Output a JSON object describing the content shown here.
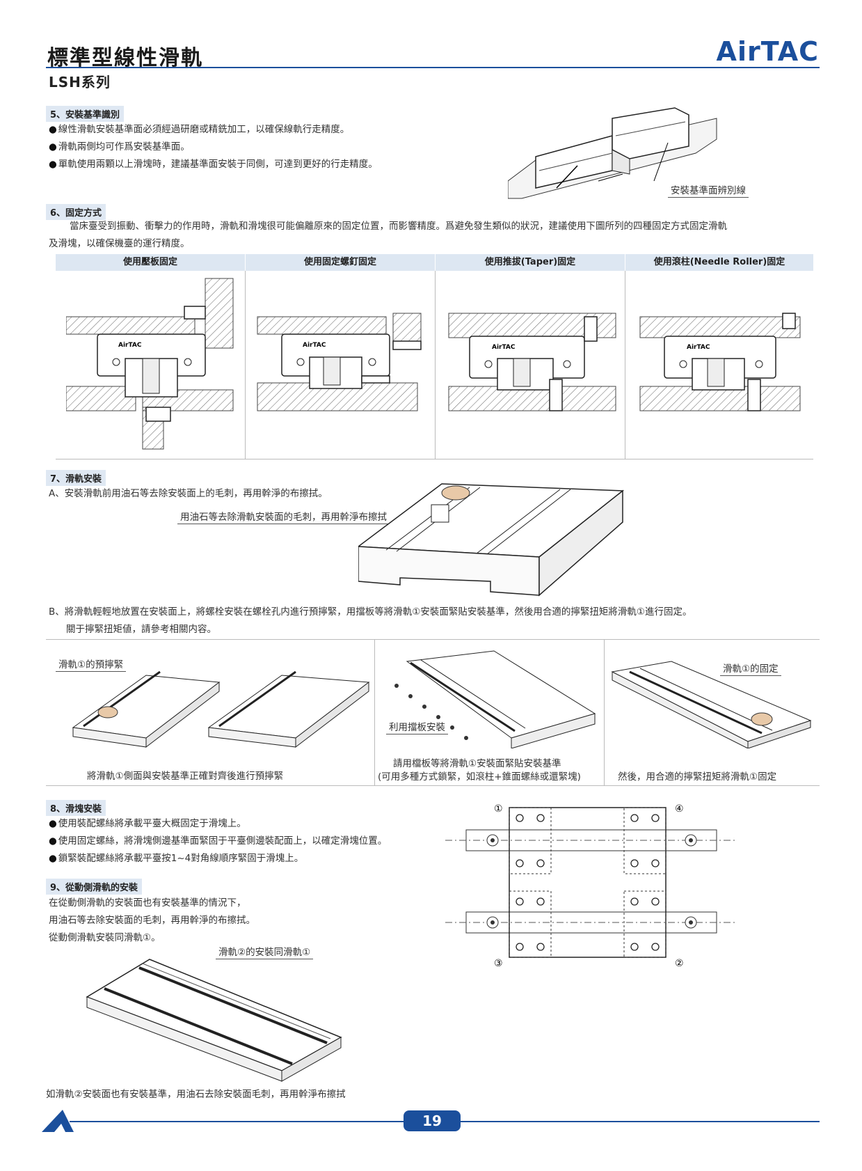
{
  "header": {
    "title": "標準型線性滑軌",
    "series": "LSH系列",
    "logo": "AirTAC"
  },
  "s5": {
    "heading": "5、安裝基準識別",
    "bullets": [
      "線性滑軌安裝基準面必須經過研磨或精銑加工，以確保線軌行走精度。",
      "滑軌兩側均可作爲安裝基準面。",
      "單軌使用兩顆以上滑塊時，建議基準面安裝于同側，可達到更好的行走精度。"
    ],
    "callout": "安裝基準面辨別線"
  },
  "s6": {
    "heading": "6、固定方式",
    "para1": "當床臺受到振動、衝擊力的作用時，滑軌和滑塊很可能偏離原來的固定位置，而影響精度。爲避免發生類似的狀況，建議使用下圖所列的四種固定方式固定滑軌",
    "para2": "及滑塊，以確保機臺的運行精度。",
    "columns": [
      "使用壓板固定",
      "使用固定螺釘固定",
      "使用推拔(Taper)固定",
      "使用滾柱(Needle Roller)固定"
    ],
    "block_label": "AirTAC"
  },
  "s7": {
    "heading": "7、滑軌安裝",
    "stepA": "A、安裝滑軌前用油石等去除安裝面上的毛刺，再用幹淨的布擦拭。",
    "stepA_callout": "用油石等去除滑軌安裝面的毛刺，再用幹淨布擦拭",
    "stepB1": "B、將滑軌輕輕地放置在安裝面上，將螺栓安裝在螺栓孔内進行預擰緊，用擋板等將滑軌①安裝面緊貼安裝基準，然後用合適的擰緊扭矩將滑軌①進行固定。",
    "stepB2": "關于擰緊扭矩値，請參考相關内容。",
    "panel1_label": "滑軌①的預擰緊",
    "panel1_caption": "將滑軌①側面與安裝基準正確對齊後進行預擰緊",
    "panel2_label": "利用擋板安裝",
    "panel2_caption1": "請用檔板等將滑軌①安裝面緊貼安裝基準",
    "panel2_caption2": "(可用多種方式鎖緊，如滾柱+錐面螺絲或還緊塊)",
    "panel3_label": "滑軌①的固定",
    "panel3_caption": "然後，用合適的擰緊扭矩將滑軌①固定"
  },
  "s8": {
    "heading": "8、滑塊安裝",
    "bullets": [
      "使用裝配螺絲將承載平臺大概固定于滑塊上。",
      "使用固定螺絲，將滑塊側邊基準面緊固于平臺側邊裝配面上，以確定滑塊位置。",
      "鎖緊裝配螺絲將承載平臺按1~4對角線順序緊固于滑塊上。"
    ],
    "markers": [
      "①",
      "④",
      "③",
      "②"
    ]
  },
  "s9": {
    "heading": "9、從動側滑軌的安裝",
    "lines": [
      "在從動側滑軌的安裝面也有安裝基準的情況下，",
      "用油石等去除安裝面的毛刺，再用幹淨的布擦拭。",
      "從動側滑軌安裝同滑軌①。"
    ],
    "callout": "滑軌②的安裝同滑軌①",
    "caption": "如滑軌②安裝面也有安裝基準，用油石去除安裝面毛刺，再用幹淨布擦拭"
  },
  "footer": {
    "page": "19"
  }
}
